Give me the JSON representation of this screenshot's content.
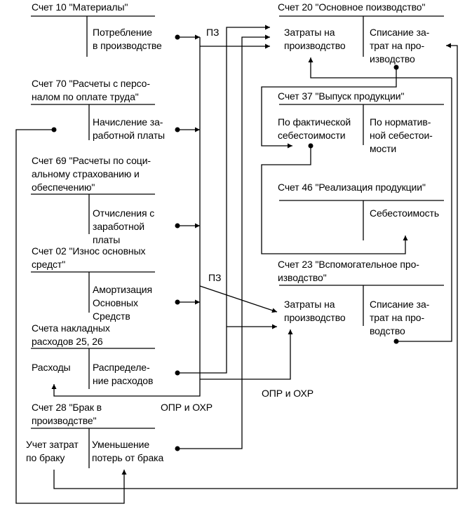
{
  "diagram": {
    "accounts": {
      "acc10": {
        "title": "Счет 10 \"Материалы\"",
        "credit": "Потребление\nв производстве"
      },
      "acc70": {
        "title": "Счет 70 \"Расчеты с персо-\nналом по оплате труда\"",
        "credit": "Начисление за-\nработной платы"
      },
      "acc69": {
        "title": "Счет 69 \"Расчеты по соци-\nальному страхованию и\nобеспечению\"",
        "credit": "Отчисления с\nзаработной\nплаты"
      },
      "acc02": {
        "title": "Счет 02 \"Износ основных\nсредст\"",
        "credit": "Амортизация\nОсновных\nСредств"
      },
      "acc2526": {
        "title": "Счета накладных\nрасходов 25, 26",
        "debit": "Расходы",
        "credit": "Распределе-\nние расходов"
      },
      "acc28": {
        "title": "Счет 28 \"Брак в\nпроизводстве\"",
        "debit": "Учет затрат\nпо браку",
        "credit": "Уменьшение\nпотерь от брака"
      },
      "acc20": {
        "title": "Счет 20 \"Основное поизводство\"",
        "debit": "Затраты на\nпроизводство",
        "credit": "Списание за-\nтрат на про-\nизводство"
      },
      "acc37": {
        "title": "Счет 37 \"Выпуск продукции\"",
        "debit": "По фактической\nсебестоимости",
        "credit": "По норматив-\nной себестои-\nмости"
      },
      "acc46": {
        "title": "Счет 46 \"Реализация продукции\"",
        "credit": "Себестоимость"
      },
      "acc23": {
        "title": "Счет 23 \"Вспомогательное про-\nизводство\"",
        "debit": "Затраты на\nпроизводство",
        "credit": "Списание за-\nтрат на про-\nводство"
      }
    },
    "flow_labels": {
      "pz_top": "ПЗ",
      "pz_mid": "ПЗ",
      "opr_oxr_left": "ОПР и ОХР",
      "opr_oxr_right": "ОПР и ОХР"
    }
  }
}
